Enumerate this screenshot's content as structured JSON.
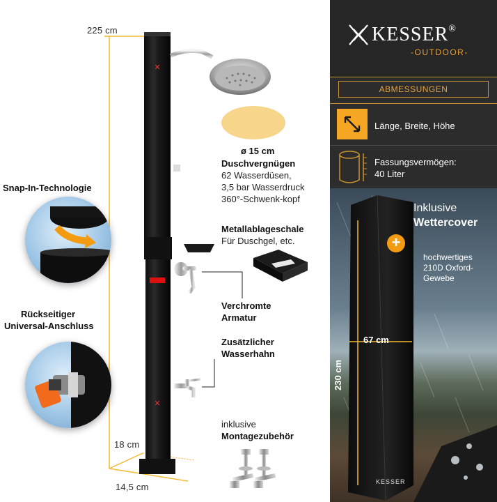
{
  "dimensions": {
    "height": "225 cm",
    "base_depth": "18 cm",
    "base_width": "14,5 cm"
  },
  "features": {
    "snap_in": "Snap-In-Technologie",
    "rear_connector_line1": "Rückseitiger",
    "rear_connector_line2": "Universal-Anschluss",
    "shower_diameter": "ø 15 cm",
    "shower_title": "Duschvergnügen",
    "shower_line1": "62 Wasserdüsen,",
    "shower_line2": "3,5 bar Wasserdruck",
    "shower_line3": "360°-Schwenk-kopf",
    "tray_title": "Metallablageschale",
    "tray_text": "Für Duschgel, etc.",
    "valve_line1": "Verchromte",
    "valve_line2": "Armatur",
    "tap_line1": "Zusätzlicher",
    "tap_line2": "Wasserhahn",
    "mount_line1": "inklusive",
    "mount_line2": "Montagezubehör"
  },
  "brand": {
    "name": "KESSER",
    "registered": "®",
    "sub": "-OUTDOOR-"
  },
  "specs": {
    "section_title": "ABMESSUNGEN",
    "dims_text": "Länge, Breite, Höhe",
    "capacity_line1": "Fassungsvermögen:",
    "capacity_line2": "40 Liter"
  },
  "cover": {
    "title_line1": "Inklusive",
    "title_line2": "Wettercover",
    "desc_line1": "hochwertiges",
    "desc_line2": "210D Oxford-",
    "desc_line3": "Gewebe",
    "width": "67 cm",
    "height": "230 cm",
    "label": "KESSER"
  },
  "colors": {
    "accent_orange": "#f5a623",
    "gold": "#c9932f",
    "panel_bg": "#2c2c2c"
  }
}
